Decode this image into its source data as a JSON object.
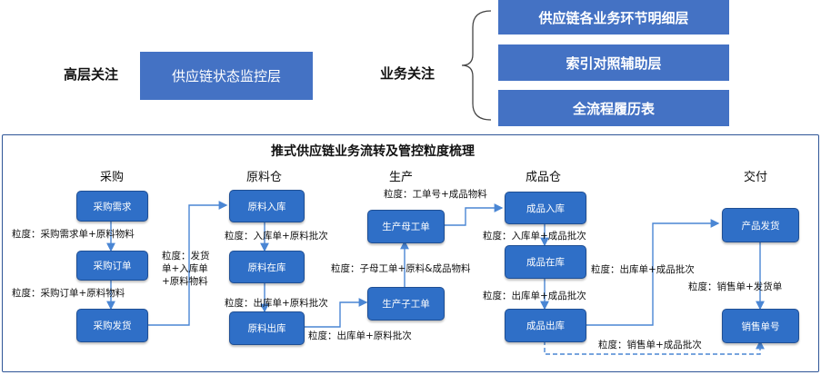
{
  "top": {
    "high_level_label": "高层关注",
    "monitor_layer": "供应链状态监控层",
    "business_label": "业务关注",
    "layers": [
      "供应链各业务环节明细层",
      "索引对照辅助层",
      "全流程履历表"
    ]
  },
  "panel": {
    "title": "推式供应链业务流转及管控粒度梳理",
    "stages": {
      "procurement": "采购",
      "raw_material": "原料仓",
      "production": "生产",
      "finished_goods": "成品仓",
      "delivery": "交付"
    },
    "nodes": {
      "purchase_request": "采购需求",
      "purchase_order": "采购订单",
      "purchase_shipment": "采购发货",
      "raw_inbound": "原料入库",
      "raw_in_stock": "原料在库",
      "raw_outbound": "原料出库",
      "parent_work_order": "生产母工单",
      "child_work_order": "生产子工单",
      "fg_inbound": "成品入库",
      "fg_in_stock": "成品在库",
      "fg_outbound": "成品出库",
      "product_shipment": "产品发货",
      "sales_order_no": "销售单号"
    },
    "granularity": {
      "g1": "粒度：采购需求单+原料物料",
      "g2": "粒度：采购订单+原料物料",
      "g3a": "粒度：发货",
      "g3b": "单+入库单",
      "g3c": "+原料物料",
      "g4": "粒度：入库单+原料批次",
      "g5": "粒度：出库单+原料批次",
      "g6": "粒度：出库单+原料批次",
      "g7": "粒度：工单号+成品物料",
      "g8": "粒度：子母工单+原料&成品物料",
      "g9": "粒度：入库单+成品批次",
      "g10": "粒度：出库单+成品批次",
      "g11": "粒度：出库单+成品批次",
      "g12": "粒度：销售单+发货单",
      "g13": "粒度：销售单+成品批次"
    }
  }
}
